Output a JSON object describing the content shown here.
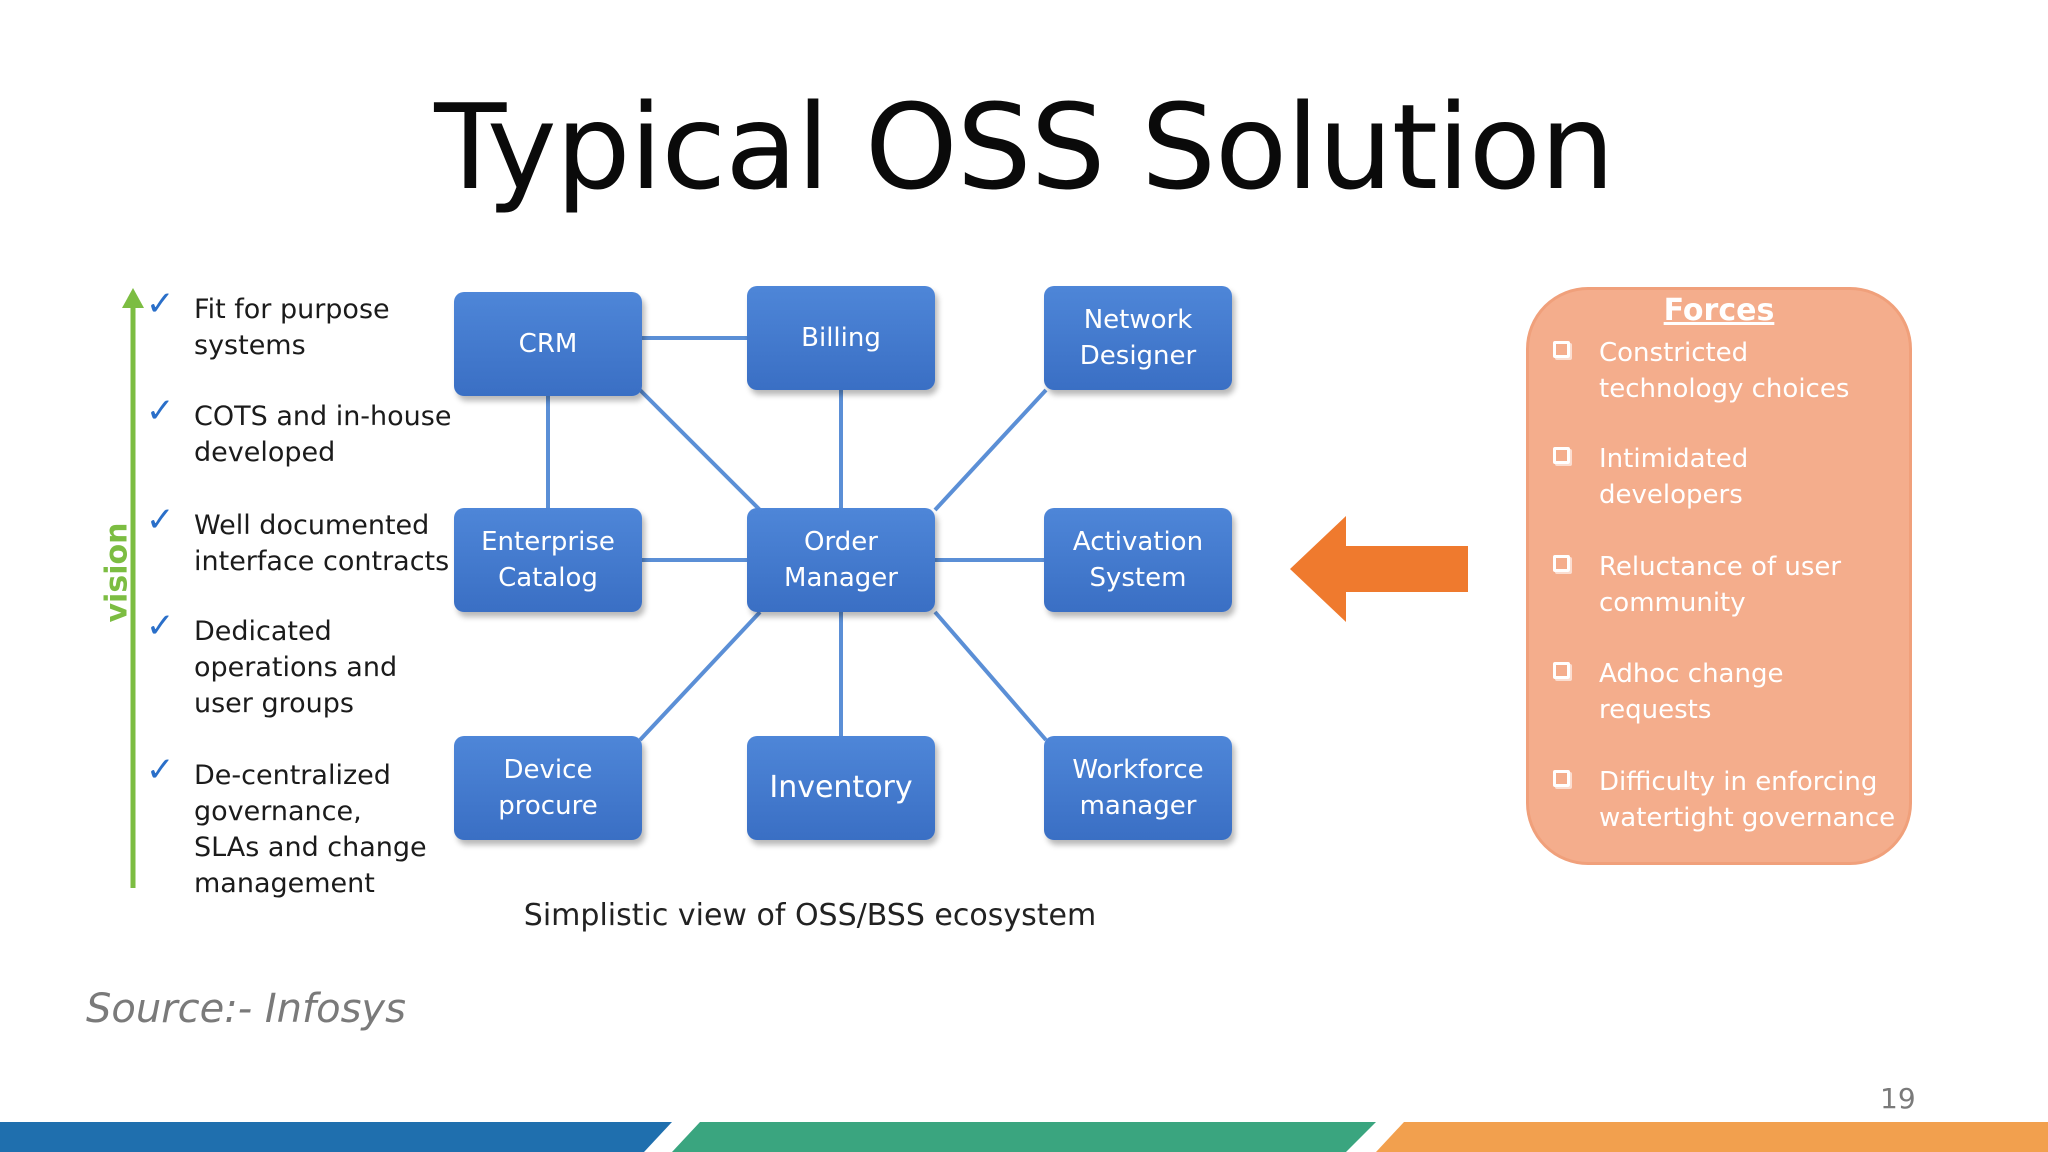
{
  "slide": {
    "title": "Typical OSS Solution",
    "page_number": "19",
    "source": "Source:- Infosys"
  },
  "vision": {
    "label": "vision",
    "color": "#7cbd42",
    "items": [
      "Fit for purpose systems",
      "COTS and in-house developed",
      "Well documented interface contracts",
      "Dedicated operations and user groups",
      "De-centralized governance, SLAs and change management"
    ]
  },
  "diagram": {
    "caption": "Simplistic view of OSS/BSS ecosystem",
    "node_color": "#4479cf",
    "nodes": {
      "crm": "CRM",
      "billing": "Billing",
      "network_designer": "Network\nDesigner",
      "enterprise_catalog": "Enterprise\nCatalog",
      "order_manager": "Order\nManager",
      "activation_system": "Activation\nSystem",
      "device_procure": "Device\nprocure",
      "inventory": "Inventory",
      "workforce_manager": "Workforce\nmanager"
    }
  },
  "forces": {
    "title": "Forces",
    "color": "#f4ad8c",
    "arrow_color": "#ef7a2e",
    "items": [
      "Constricted technology choices",
      "Intimidated developers",
      "Reluctance of user community",
      "Adhoc change requests",
      "Difficulty in enforcing watertight governance"
    ]
  },
  "footer": {
    "colors": [
      "#1f6fae",
      "#3aa57f",
      "#f2a04e"
    ]
  }
}
